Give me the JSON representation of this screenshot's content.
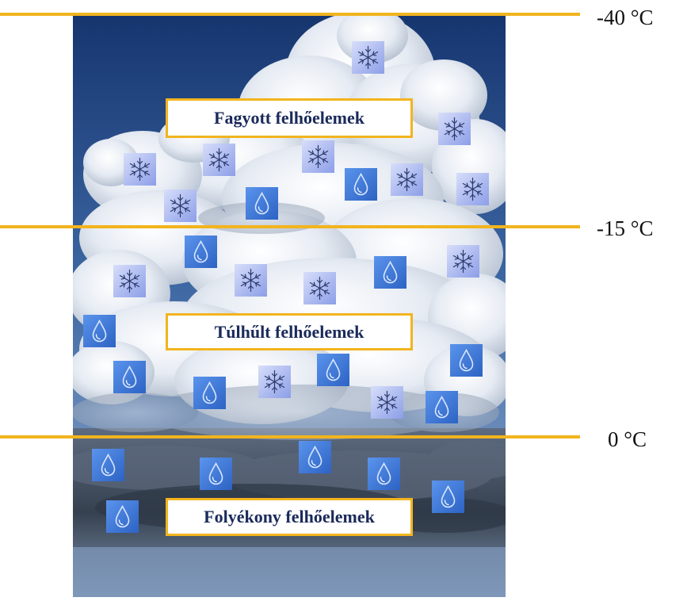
{
  "colors": {
    "line": "#f2b41e",
    "sky_top": "#1d3d7a",
    "sky_mid": "#3e6aa6",
    "cloud": "#eef2f8",
    "storm": "#3a4658",
    "ice_tile": "#aab8f0",
    "water_tile": "#3f78d6",
    "label_text": "#1a2a5a"
  },
  "temperatures": {
    "top": "-40 °C",
    "middle": "-15 °C",
    "bottom": "0 °C"
  },
  "zones": {
    "frozen": "Fagyott felhőelemek",
    "supercooled": "Túlhűlt felhőelemek",
    "liquid": "Folyékony felhőelemek"
  },
  "icons": {
    "ice": "snowflake-icon",
    "water": "water-drop-icon"
  }
}
